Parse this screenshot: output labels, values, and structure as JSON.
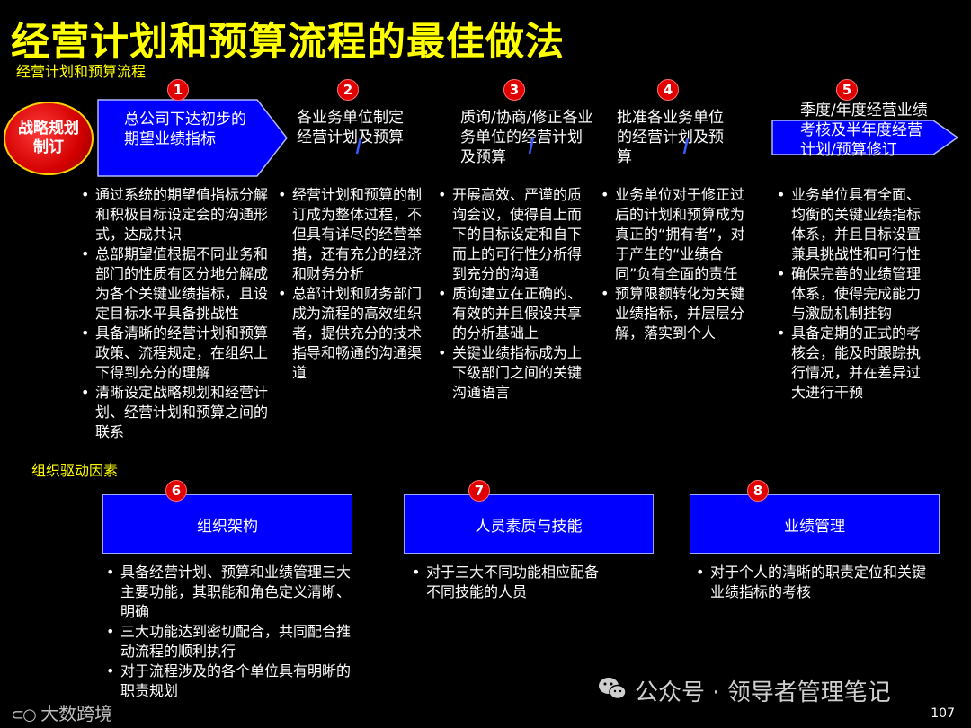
{
  "title": "经营计划和预算流程的最佳做法",
  "subtitle": "经营计划和预算流程",
  "section2_label": "组织驱动因素",
  "start_oval": "战略规划制订",
  "steps": [
    {
      "num": "1",
      "title": "总公司下达初步的期望业绩指标",
      "bullets": [
        "通过系统的期望值指标分解和积极目标设定会的沟通形式，达成共识",
        "总部期望值根据不同业务和部门的性质有区分地分解成为各个关键业绩指标，且设定目标水平具备挑战性",
        "具备清晰的经营计划和预算政策、流程规定，在组织上下得到充分的理解",
        "清晰设定战略规划和经营计划、经营计划和预算之间的联系"
      ]
    },
    {
      "num": "2",
      "title": "各业务单位制定经营计划及预算",
      "bullets": [
        "经营计划和预算的制订成为整体过程，不但具有详尽的经营举措，还有充分的经济和财务分析",
        "总部计划和财务部门成为流程的高效组织者，提供充分的技术指导和畅通的沟通渠道"
      ]
    },
    {
      "num": "3",
      "title": "质询/协商/修正各业务单位的经营计划及预算",
      "bullets": [
        "开展高效、严谨的质询会议，使得自上而下的目标设定和自下而上的可行性分析得到充分的沟通",
        "质询建立在正确的、有效的并且假设共享的分析基础上",
        "关键业绩指标成为上下级部门之间的关键沟通语言"
      ]
    },
    {
      "num": "4",
      "title": "批准各业务单位的经营计划及预算",
      "bullets": [
        "业务单位对于修正过后的计划和预算成为真正的“拥有者”，对于产生的“业绩合同”负有全面的责任",
        "预算限额转化为关键业绩指标，并层层分解，落实到个人"
      ]
    },
    {
      "num": "5",
      "title": "季度/年度经营业绩考核及半年度经营计划/预算修订",
      "bullets": [
        "业务单位具有全面、均衡的关键业绩指标体系，并且目标设置兼具挑战性和可行性",
        "确保完善的业绩管理体系，使得完成能力与激励机制挂钩",
        "具备定期的正式的考核会，能及时跟踪执行情况，并在差异过大进行干预"
      ]
    }
  ],
  "drivers": [
    {
      "num": "6",
      "title": "组织架构",
      "bullets": [
        "具备经营计划、预算和业绩管理三大主要功能，其职能和角色定义清晰、明确",
        "三大功能达到密切配合，共同配合推动流程的顺利执行",
        "对于流程涉及的各个单位具有明晰的职责规划"
      ]
    },
    {
      "num": "7",
      "title": "人员素质与技能",
      "bullets": [
        "对于三大不同功能相应配备不同技能的人员"
      ]
    },
    {
      "num": "8",
      "title": "业绩管理",
      "bullets": [
        "对于个人的清晰的职责定位和关键业绩指标的考核"
      ]
    }
  ],
  "watermark": "公众号 · 领导者管理笔记",
  "logo": "大数跨境",
  "page_number": "107",
  "colors": {
    "title": "#ffff00",
    "box": "#0000ff",
    "badge": "#e00000",
    "oval": "#d40000"
  }
}
